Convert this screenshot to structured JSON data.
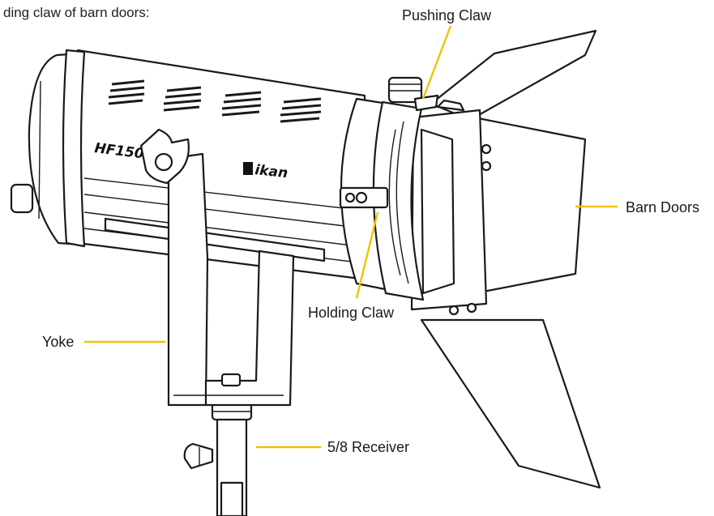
{
  "caption": "ding claw of barn doors:",
  "product": {
    "model": "HF150",
    "brand": "ikan"
  },
  "callouts": {
    "pushing_claw": "Pushing Claw",
    "barn_doors": "Barn Doors",
    "holding_claw": "Holding Claw",
    "yoke": "Yoke",
    "receiver": "5/8 Receiver"
  },
  "colors": {
    "leader": "#f2c200",
    "outline": "#1a1a1a"
  }
}
